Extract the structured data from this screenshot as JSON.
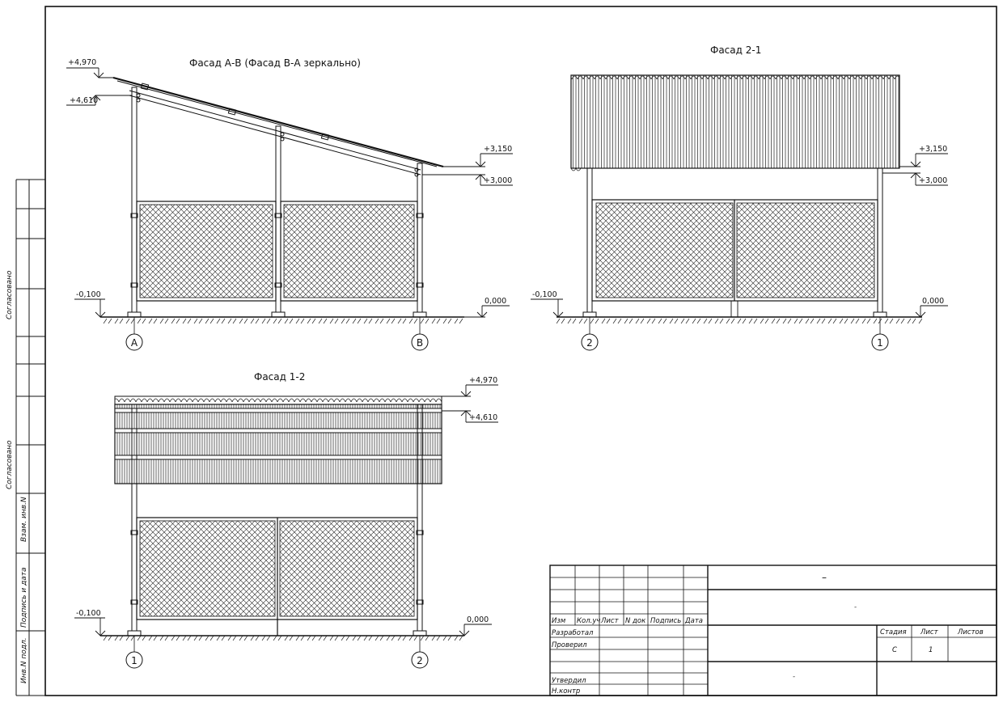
{
  "facades": {
    "ab": {
      "title": "Фасад А-В (Фасад В-А зеркально)",
      "levels": {
        "ridge": "+4,970",
        "beam": "+4,610",
        "eave": "+3,150",
        "post": "+3,000",
        "ground_left": "-0,100",
        "ground_right": "0,000"
      },
      "axes": [
        "A",
        "B"
      ]
    },
    "f21": {
      "title": "Фасад 2-1",
      "levels": {
        "eave": "+3,150",
        "post": "+3,000",
        "ground_left": "-0,100",
        "ground_right": "0,000"
      },
      "axes": [
        "2",
        "1"
      ]
    },
    "f12": {
      "title": "Фасад 1-2",
      "levels": {
        "ridge": "+4,970",
        "beam": "+4,610",
        "ground_left": "-0,100",
        "ground_right": "0,000"
      },
      "axes": [
        "1",
        "2"
      ]
    }
  },
  "side_stamps": {
    "agreed_1": "Согласовано",
    "agreed_2": "Согласовано",
    "inv_swap": "Взам. инв.N",
    "sign_date": "Подпись и дата",
    "inv_orig": "Инв.N подл."
  },
  "title_block": {
    "headers": [
      "Изм",
      "Кол.уч",
      "Лист",
      "N док",
      "Подпись",
      "Дата"
    ],
    "roles": [
      "Разработал",
      "Проверил",
      "",
      "Утвердил",
      "Н.контр"
    ],
    "stage_label": "Стадия",
    "sheet_label": "Лист",
    "sheets_label": "Листов",
    "stage": "С",
    "sheet": "1",
    "code": "–",
    "project": "-",
    "drawing": "-"
  }
}
